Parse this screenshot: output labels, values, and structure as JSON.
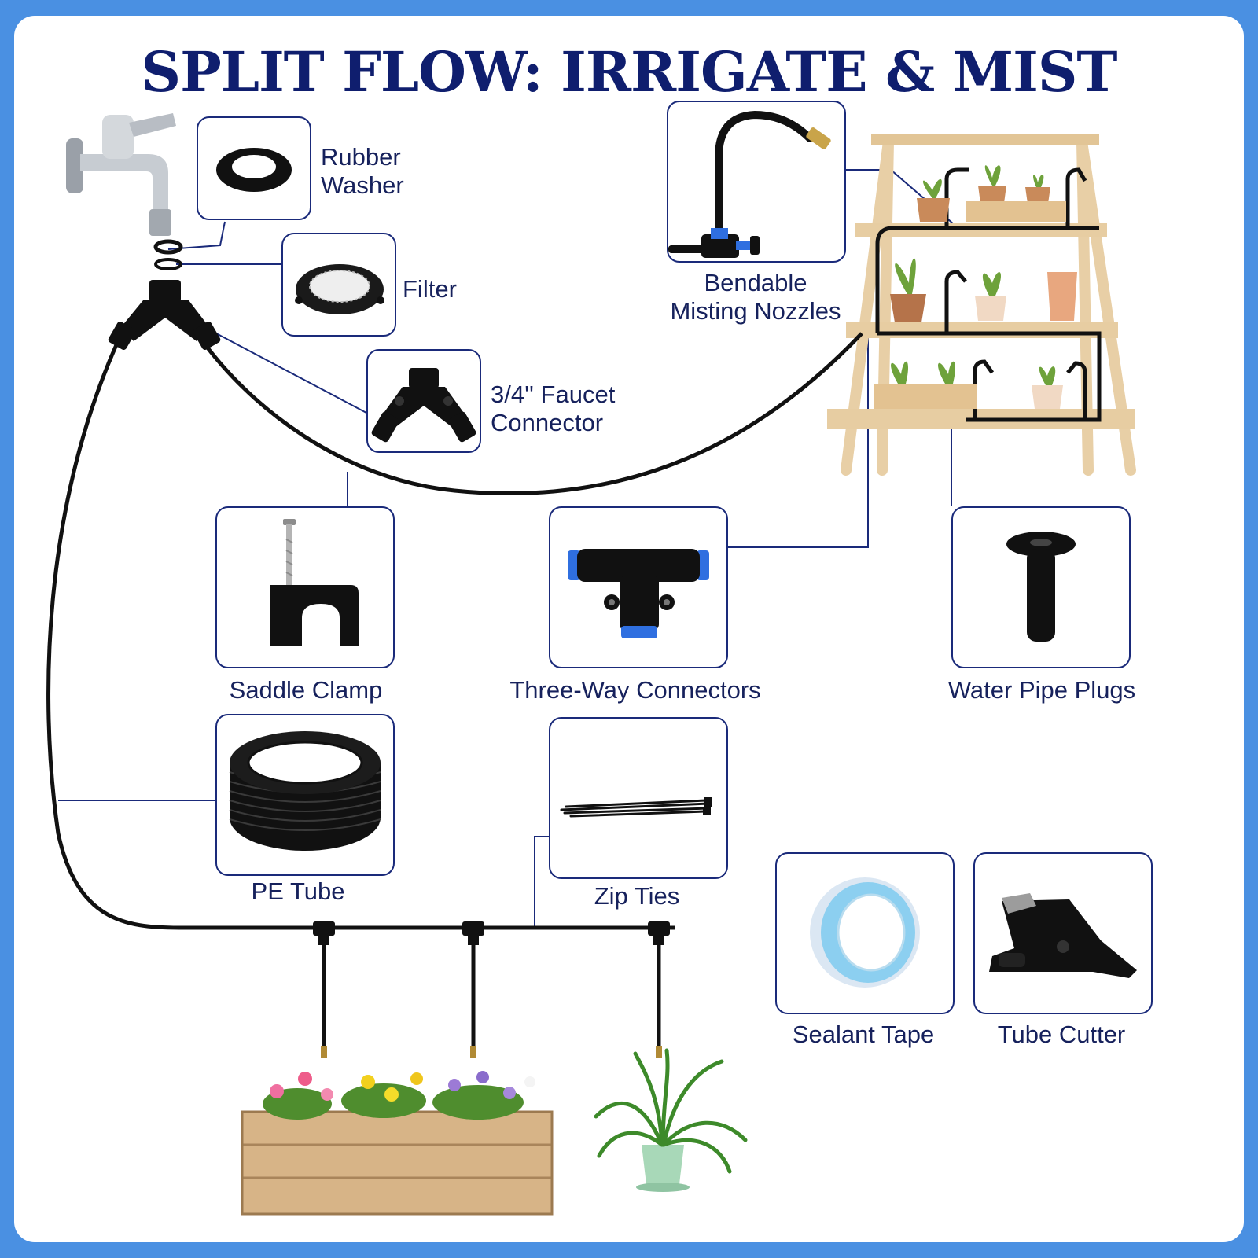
{
  "title": "SPLIT FLOW: IRRIGATE & MIST",
  "parts": {
    "rubber_washer": "Rubber\nWasher",
    "filter": "Filter",
    "faucet_connector": "3/4'' Faucet\nConnector",
    "nozzles": "Bendable\nMisting Nozzles",
    "saddle_clamp": "Saddle Clamp",
    "three_way": "Three-Way Connectors",
    "plugs": "Water Pipe Plugs",
    "pe_tube": "PE Tube",
    "zip_ties": "Zip Ties",
    "sealant_tape": "Sealant Tape",
    "tube_cutter": "Tube Cutter"
  },
  "colors": {
    "background": "#4a90e2",
    "title": "#0f1e6e",
    "label": "#16215c",
    "frame": "#1a2a7a",
    "tube": "#111111",
    "accent_blue": "#2f6fe0"
  },
  "icons": [
    "faucet-icon",
    "washer-icon",
    "filter-icon",
    "y-connector-icon",
    "nozzle-icon",
    "saddle-clamp-icon",
    "tee-connector-icon",
    "pipe-plug-icon",
    "tube-coil-icon",
    "zip-ties-icon",
    "sealant-tape-icon",
    "tube-cutter-icon",
    "plant-shelf-icon",
    "planter-box-icon",
    "potted-plant-icon"
  ]
}
